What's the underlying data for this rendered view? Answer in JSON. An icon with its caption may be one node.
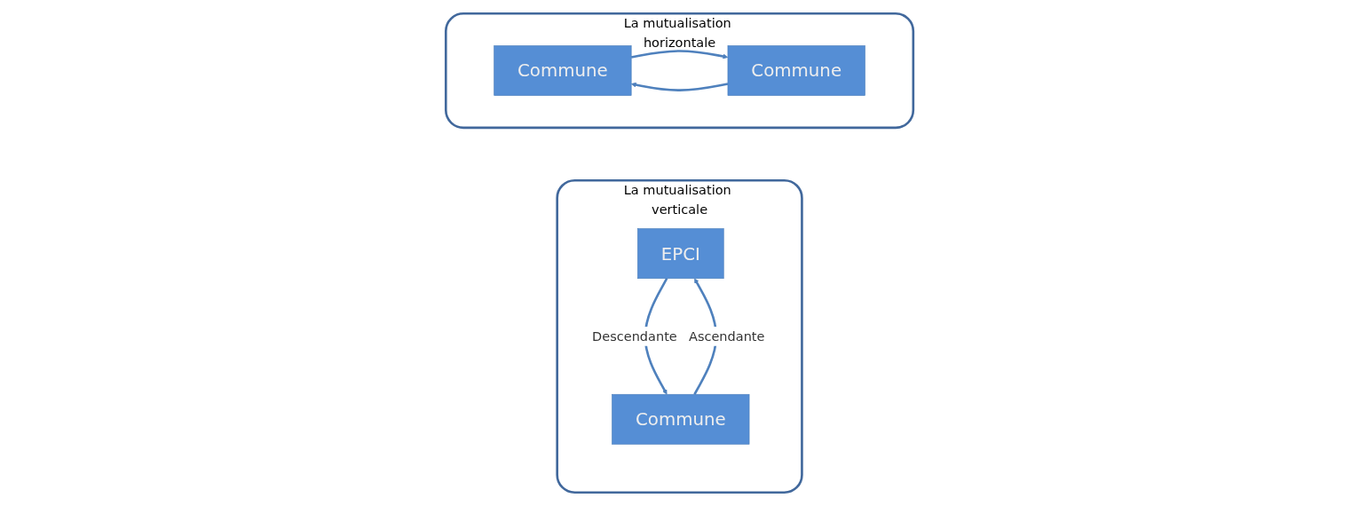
{
  "diagram": {
    "nodes": [
      {
        "text": [
          "La mutualisation verticale"
        ]
      },
      {
        "text": [
          "EPCI"
        ],
        "in": 0
      },
      {
        "text": [
          "Commune"
        ],
        "in": 0
      },
      {
        "text": [
          "La mutualisation horizontale"
        ]
      },
      {
        "text": [
          "Commune"
        ],
        "in": 3
      },
      {
        "text": [
          "Commune"
        ],
        "in": 3
      }
    ],
    "edges": [
      {
        "from": 1,
        "to": 2,
        "arrow": "to",
        "label": "Descendante"
      },
      {
        "from": 2,
        "to": 1,
        "arrow": "to",
        "label": "Ascendante"
      },
      {
        "from": 4,
        "to": 5,
        "arrow": "to"
      },
      {
        "from": 5,
        "to": 4,
        "arrow": "to"
      }
    ]
  }
}
